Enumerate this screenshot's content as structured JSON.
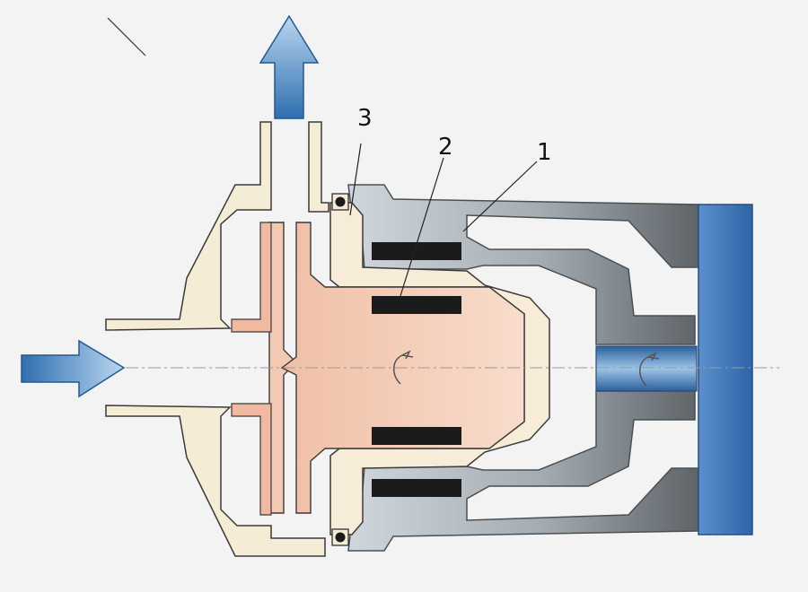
{
  "diagram": {
    "callouts": [
      {
        "id": "1",
        "label": "1"
      },
      {
        "id": "2",
        "label": "2"
      },
      {
        "id": "3",
        "label": "3"
      }
    ],
    "colors": {
      "background": "#f3f3f3",
      "pump_casing": "#f5ecd6",
      "impeller": "#f3c9b3",
      "impeller_core": "#f6d7c3",
      "containment_can": "#f7ecd7",
      "motor_housing_dark": "#5f6366",
      "motor_housing_light": "#c7d0d6",
      "magnet": "#1b1b1b",
      "motor_endcap": "#3f78bd",
      "shaft": "#4f86c6",
      "flow_arrow": "#4d8cc8"
    },
    "icons": [
      "flow-arrow-in-icon",
      "flow-arrow-out-icon",
      "rotation-icon"
    ]
  }
}
